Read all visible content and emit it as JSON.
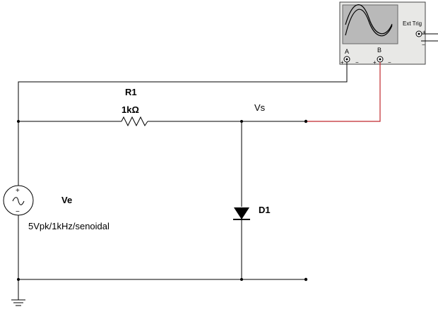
{
  "colors": {
    "wire": "#000000",
    "probe_wire": "#c0282d",
    "scope_body": "#e8e8e6",
    "scope_screen": "#b9b9b9",
    "scope_trace": "#000000"
  },
  "resistor": {
    "ref": "R1",
    "value": "1kΩ"
  },
  "node": {
    "label": "Vs"
  },
  "source": {
    "ref": "Ve",
    "spec": "5Vpk/1kHz/senoidal",
    "plus": "+",
    "minus": "−"
  },
  "diode": {
    "ref": "D1"
  },
  "oscilloscope": {
    "ext_trig_label": "Ext Trig",
    "channel_a": "A",
    "channel_b": "B",
    "plus": "+",
    "minus": "−"
  }
}
